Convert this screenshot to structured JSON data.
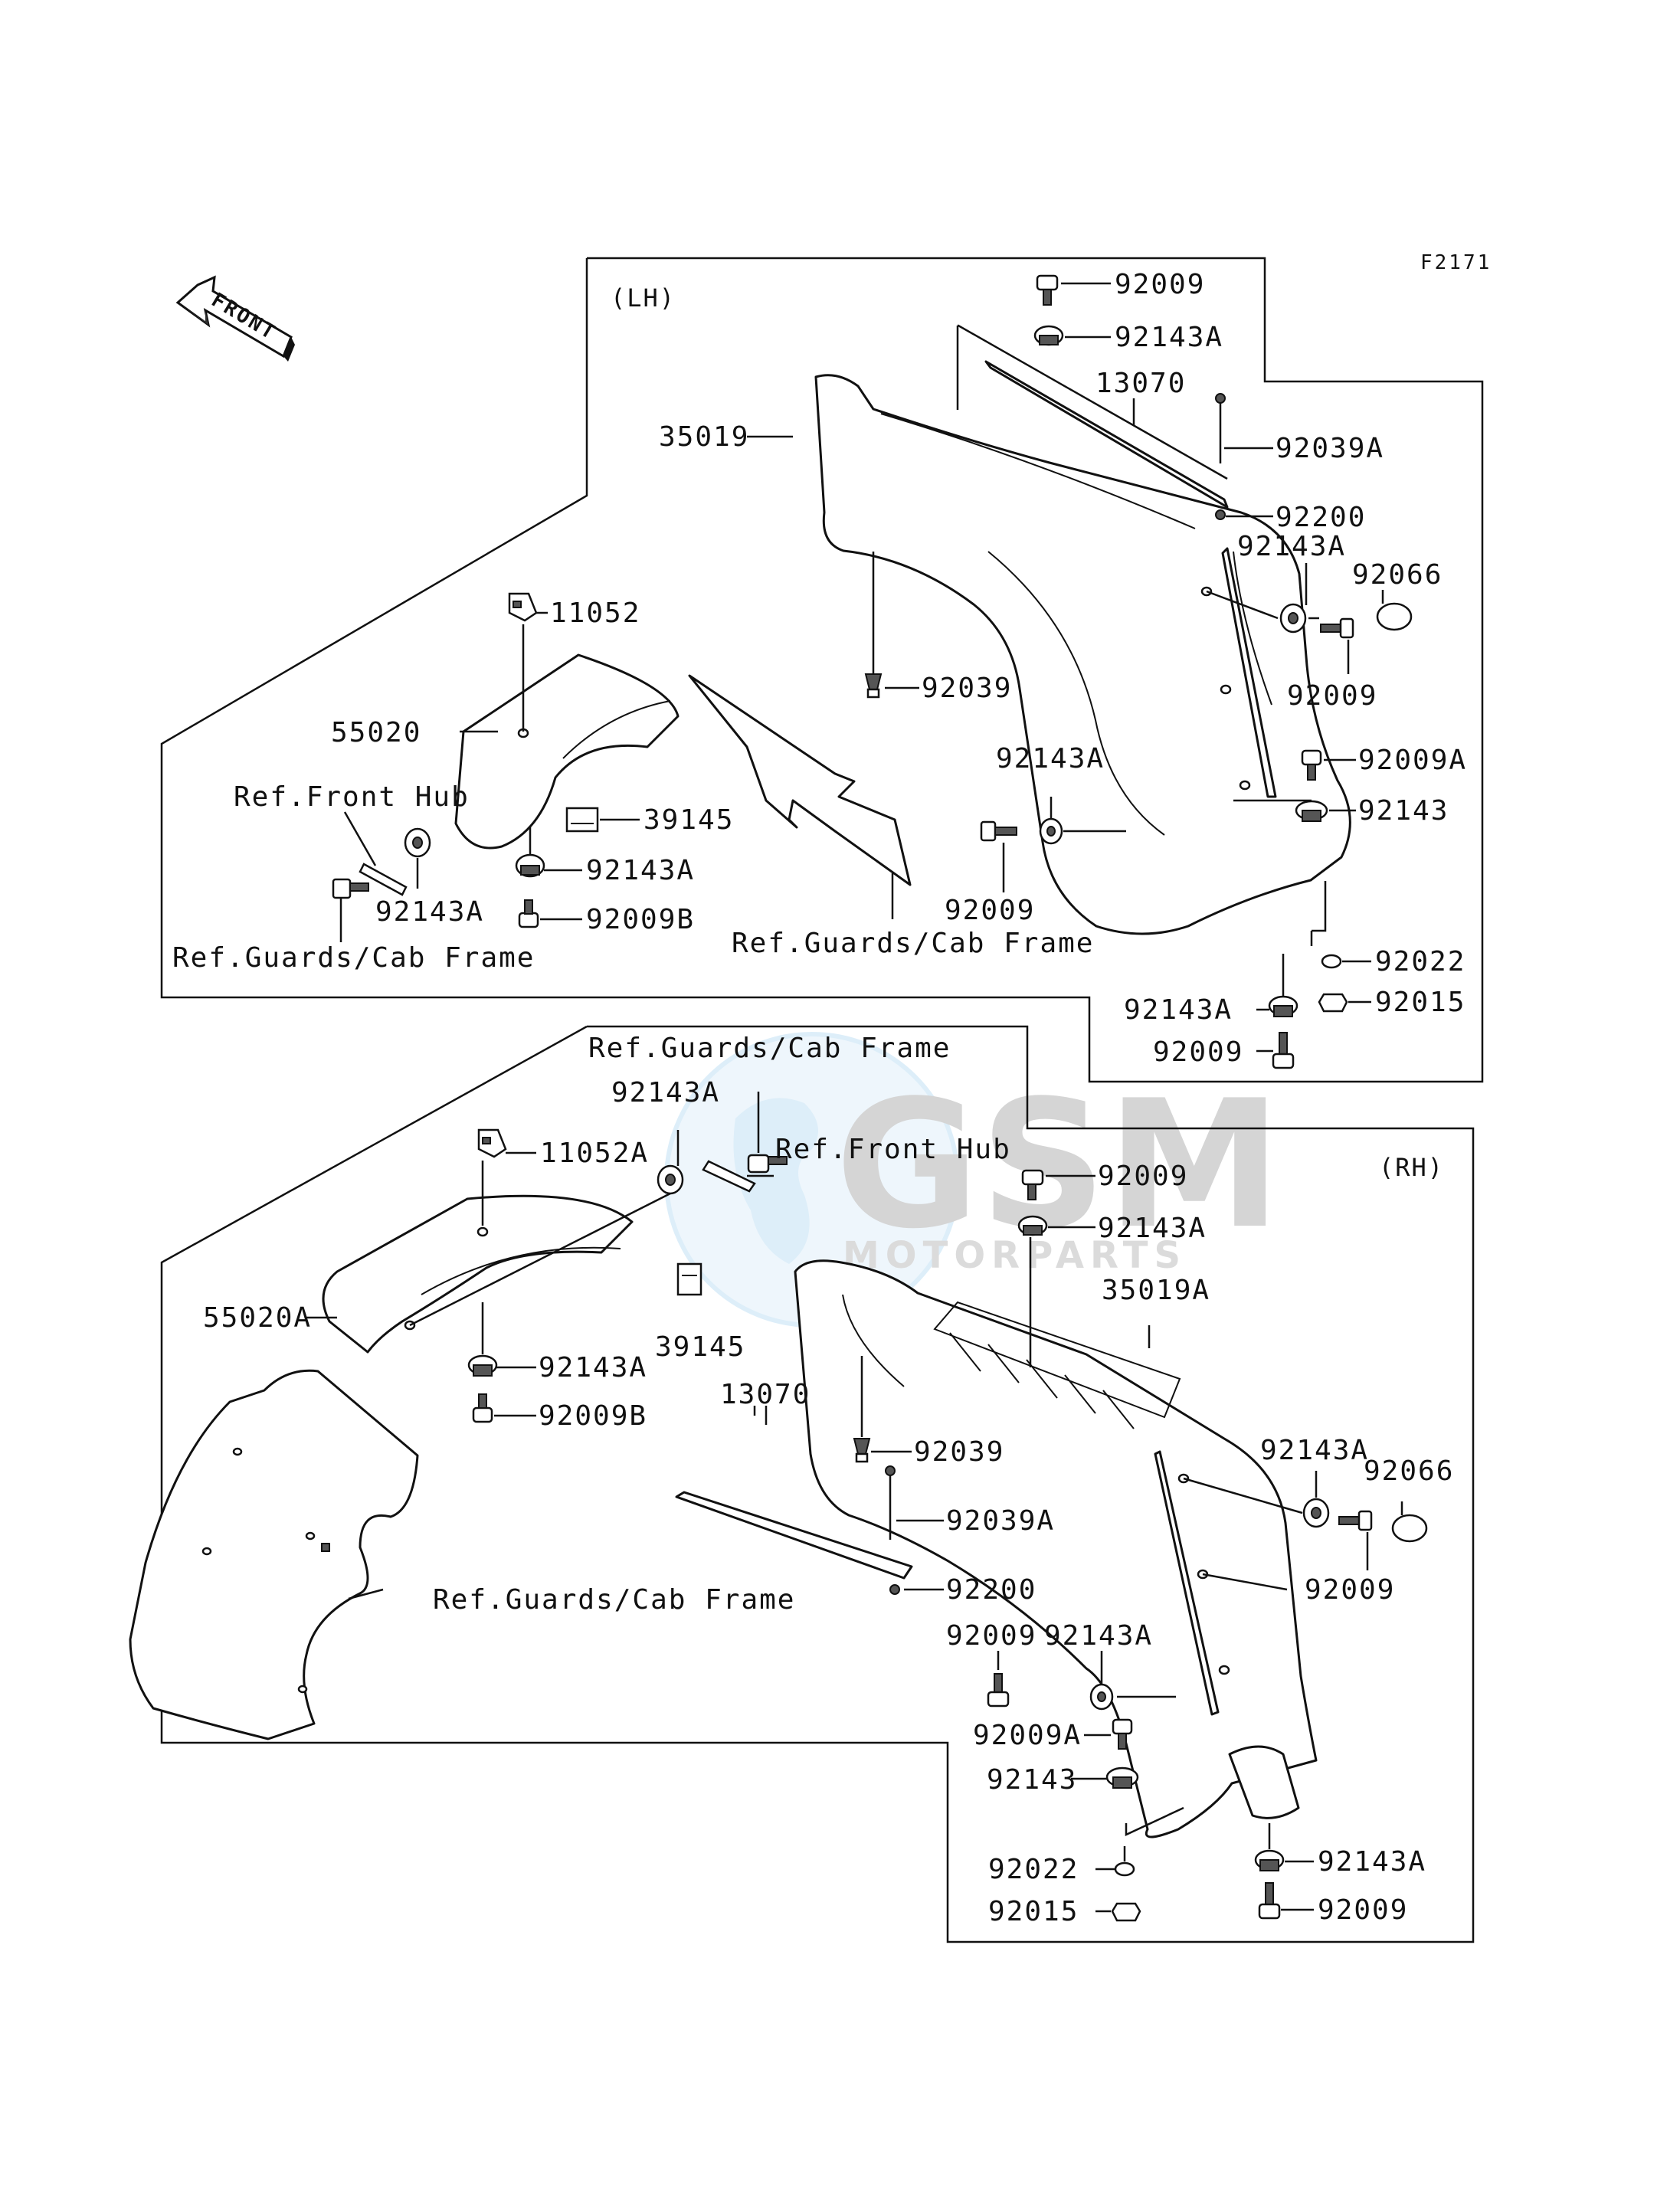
{
  "figure_code": "F2171",
  "front_arrow_label": "FRONT",
  "sides": {
    "lh": "(LH)",
    "rh": "(RH)"
  },
  "watermark": {
    "brand": "GSM",
    "sub": "MOTORPARTS"
  },
  "labels": {
    "lh": {
      "p92009_top": "92009",
      "p92143A_top": "92143A",
      "p13070": "13070",
      "p92039A": "92039A",
      "p35019": "35019",
      "p92200": "92200",
      "p92143A_side": "92143A",
      "p92066": "92066",
      "p92009_side": "92009",
      "p11052": "11052",
      "p92039": "92039",
      "p92009A": "92009A",
      "p55020": "55020",
      "p92143A_mid": "92143A",
      "p92143": "92143",
      "ref_front_hub": "Ref.Front Hub",
      "p39145": "39145",
      "p92143A_low": "92143A",
      "p92009_mid": "92009",
      "p92143A_hub": "92143A",
      "p92009B": "92009B",
      "ref_guards_right": "Ref.Guards/Cab Frame",
      "p92022": "92022",
      "ref_guards_left": "Ref.Guards/Cab Frame",
      "p92015": "92015",
      "p92143A_bottom": "92143A",
      "p92009_bottom": "92009"
    },
    "rh": {
      "ref_guards_top": "Ref.Guards/Cab Frame",
      "p92143A_hub": "92143A",
      "p11052A": "11052A",
      "ref_front_hub": "Ref.Front Hub",
      "p92009_top": "92009",
      "p92143A_top": "92143A",
      "p35019A": "35019A",
      "p55020A": "55020A",
      "p92143A_bracket": "92143A",
      "p39145": "39145",
      "p92009B": "92009B",
      "p13070": "13070",
      "p92039": "92039",
      "p92143A_side": "92143A",
      "p92066": "92066",
      "p92039A": "92039A",
      "p92009_side": "92009",
      "ref_guards_bottom": "Ref.Guards/Cab Frame",
      "p92200": "92200",
      "p92009_mid": "92009",
      "p92143A_mid": "92143A",
      "p92009A": "92009A",
      "p92143": "92143",
      "p92022": "92022",
      "p92143A_bottom": "92143A",
      "p92015": "92015",
      "p92009_bottom": "92009"
    }
  }
}
